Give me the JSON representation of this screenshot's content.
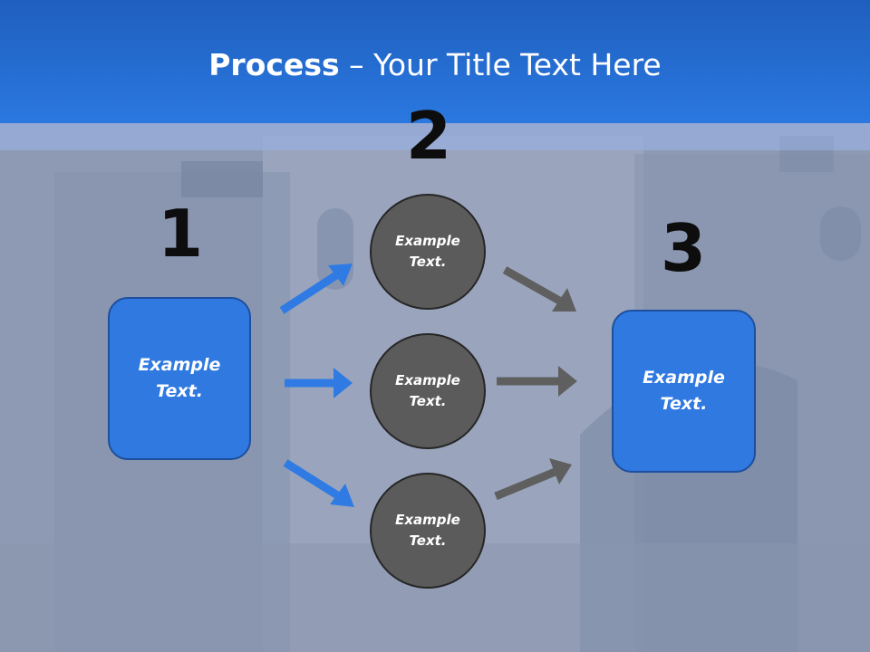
{
  "slide": {
    "title_bold": "Process",
    "title_rest": " – Your Title Text Here"
  },
  "steps": [
    "1",
    "2",
    "3"
  ],
  "left_box": {
    "text": "Example\nText."
  },
  "circles": [
    {
      "text": "Example\nText."
    },
    {
      "text": "Example\nText."
    },
    {
      "text": "Example\nText."
    }
  ],
  "right_box": {
    "text": "Example\nText."
  },
  "colors": {
    "header": "#2a78e0",
    "box_fill": "#2f79e0",
    "circle_fill": "#5b5b5b",
    "arrow_blue": "#2f7be3",
    "arrow_gray": "#5f5f5f"
  }
}
